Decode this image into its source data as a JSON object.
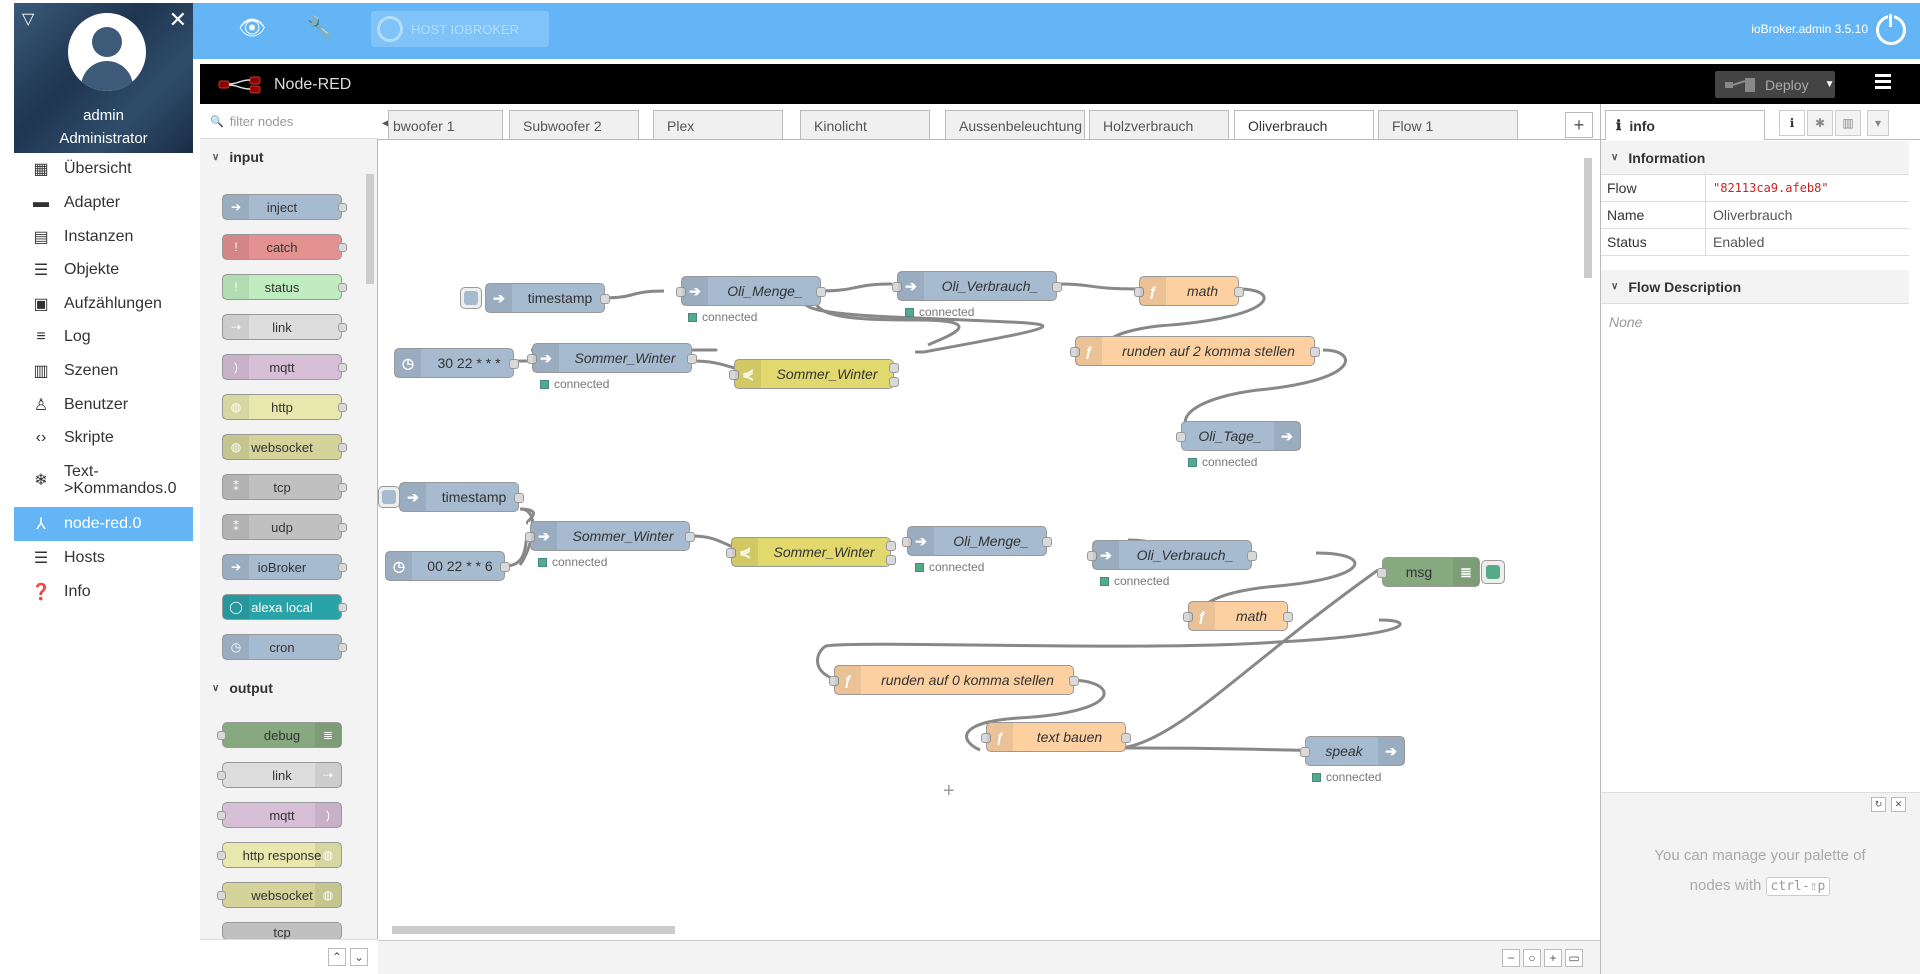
{
  "user": {
    "name": "admin",
    "role": "Administrator"
  },
  "nav": {
    "items": [
      {
        "label": "Übersicht",
        "icon": "grid-icon"
      },
      {
        "label": "Adapter",
        "icon": "store-icon"
      },
      {
        "label": "Instanzen",
        "icon": "instances-icon"
      },
      {
        "label": "Objekte",
        "icon": "list-icon"
      },
      {
        "label": "Aufzählungen",
        "icon": "enum-icon"
      },
      {
        "label": "Log",
        "icon": "log-icon"
      },
      {
        "label": "Szenen",
        "icon": "scenes-icon"
      },
      {
        "label": "Benutzer",
        "icon": "user-icon"
      },
      {
        "label": "Skripte",
        "icon": "code-icon"
      },
      {
        "label": "Text->Kommandos.0",
        "icon": "snowflake-icon",
        "line1": "Text-",
        "line2": ">Kommandos.0"
      },
      {
        "label": "node-red.0",
        "icon": "node-red-icon",
        "active": true
      },
      {
        "label": "Hosts",
        "icon": "hosts-icon"
      },
      {
        "label": "Info",
        "icon": "help-icon"
      }
    ]
  },
  "topbar": {
    "host_button": "HOST IOBROKER",
    "admin_version": "ioBroker.admin 3.5.10"
  },
  "nodered": {
    "title": "Node-RED",
    "deploy": "Deploy",
    "filter_placeholder": "filter nodes",
    "palette": {
      "input_label": "input",
      "output_label": "output",
      "input_nodes": [
        "inject",
        "catch",
        "status",
        "link",
        "mqtt",
        "http",
        "websocket",
        "tcp",
        "udp",
        "ioBroker",
        "alexa local",
        "cron"
      ],
      "output_nodes": [
        "debug",
        "link",
        "mqtt",
        "http response",
        "websocket",
        "tcp"
      ]
    },
    "tabs": [
      "bwoofer 1",
      "Subwoofer 2",
      "Plex",
      "Kinolicht",
      "Aussenbeleuchtung",
      "Holzverbrauch",
      "Oliverbrauch",
      "Flow 1"
    ],
    "active_tab": "Oliverbrauch",
    "flow": {
      "nodes": {
        "ts1": "timestamp",
        "cron1": "30 22 * * *",
        "omenge1": "Oli_Menge_",
        "overb1": "Oli_Verbrauch_",
        "sw1": "Sommer_Winter",
        "swsw1": "Sommer_Winter",
        "math1": "math",
        "round2": "runden auf 2 komma stellen",
        "otage": "Oli_Tage_",
        "ts2": "timestamp",
        "cron2": "00 22 * * 6",
        "sw2": "Sommer_Winter",
        "swsw2": "Sommer_Winter",
        "omenge2": "Oli_Menge_",
        "overb2": "Oli_Verbrauch_",
        "math2": "math",
        "round0": "runden auf 0 komma stellen",
        "text": "text bauen",
        "speak": "speak",
        "msg": "msg"
      },
      "status_text": "connected"
    },
    "sidebar": {
      "tab_label": "info",
      "info_header": "Information",
      "rows": [
        {
          "key": "Flow",
          "value": "\"82113ca9.afeb8\""
        },
        {
          "key": "Name",
          "value": "Oliverbrauch"
        },
        {
          "key": "Status",
          "value": "Enabled"
        }
      ],
      "desc_header": "Flow Description",
      "desc_value": "None",
      "tip_line1": "You can manage your palette of",
      "tip_line2": "nodes with",
      "tip_key": "ctrl-⇧p"
    }
  },
  "colors": {
    "accent": "#64b5f6",
    "nr_header": "#000000",
    "function": "#fdd0a2",
    "iobroker": "#a6bbcf",
    "switch": "#e2d96e",
    "debug": "#87a980"
  }
}
